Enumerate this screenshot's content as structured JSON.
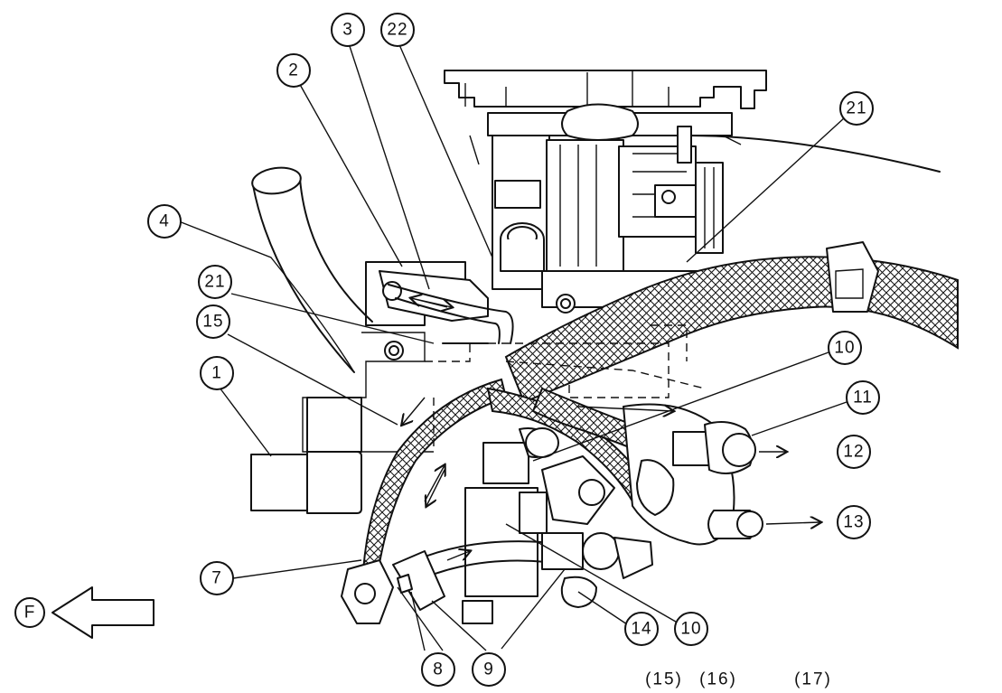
{
  "callouts": [
    {
      "id": "c1",
      "label": "1"
    },
    {
      "id": "c2",
      "label": "2"
    },
    {
      "id": "c3",
      "label": "3"
    },
    {
      "id": "c4",
      "label": "4"
    },
    {
      "id": "c7",
      "label": "7"
    },
    {
      "id": "c8",
      "label": "8"
    },
    {
      "id": "c9",
      "label": "9"
    },
    {
      "id": "c10a",
      "label": "10"
    },
    {
      "id": "c10b",
      "label": "10"
    },
    {
      "id": "c11",
      "label": "11"
    },
    {
      "id": "c12",
      "label": "12"
    },
    {
      "id": "c13",
      "label": "13"
    },
    {
      "id": "c14",
      "label": "14"
    },
    {
      "id": "c15",
      "label": "15"
    },
    {
      "id": "c21a",
      "label": "21"
    },
    {
      "id": "c21b",
      "label": "21"
    },
    {
      "id": "c22",
      "label": "22"
    },
    {
      "id": "cF",
      "label": "F"
    }
  ],
  "bottom_labels": [
    "(15)",
    "(16)",
    "(17)"
  ],
  "colors": {
    "line": "#111111",
    "background": "#ffffff"
  }
}
